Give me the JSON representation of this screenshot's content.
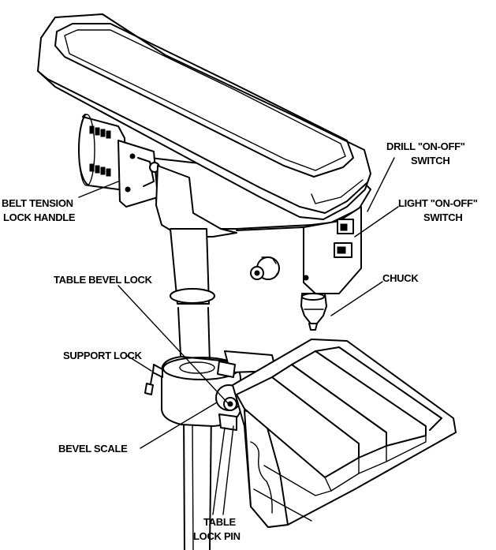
{
  "labels": {
    "drill_switch": [
      "DRILL \"ON-OFF\"",
      "SWITCH"
    ],
    "light_switch": [
      "LIGHT \"ON-OFF\"",
      "SWITCH"
    ],
    "chuck": "CHUCK",
    "belt_tension": [
      "BELT TENSION",
      "LOCK HANDLE"
    ],
    "table_bevel_lock": "TABLE BEVEL LOCK",
    "support_lock": "SUPPORT LOCK",
    "bevel_scale": "BEVEL SCALE",
    "table_lock_pin": [
      "TABLE",
      "LOCK PIN"
    ]
  },
  "colors": {
    "ink": "#000000",
    "paper": "#ffffff"
  }
}
